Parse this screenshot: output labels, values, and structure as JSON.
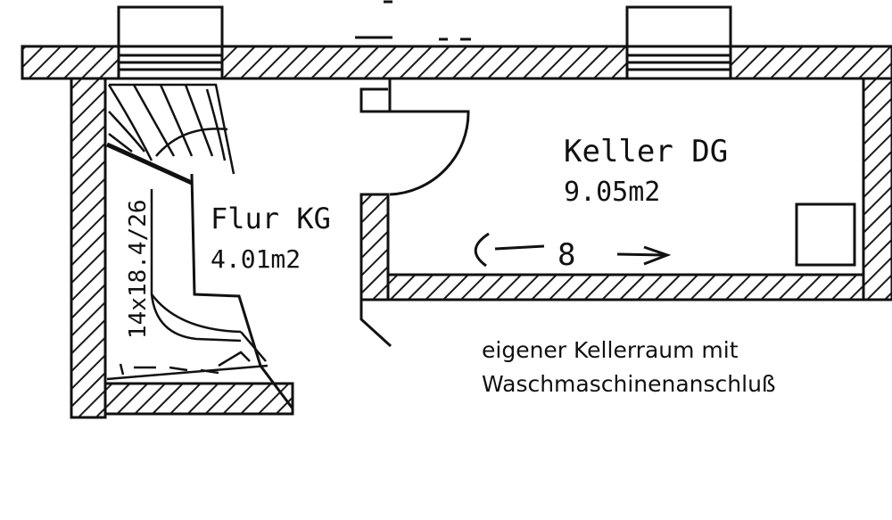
{
  "rooms": {
    "flur": {
      "name": "Flur KG",
      "area": "4.01m2"
    },
    "keller": {
      "name": "Keller DG",
      "area": "9.05m2"
    }
  },
  "stair": {
    "dimension": "14x18.4/26"
  },
  "caption": {
    "line1": "eigener Kellerraum mit",
    "line2": "Waschmaschinenanschluß"
  },
  "symbols": {
    "washer": "8",
    "arrow_left": "left-arrow",
    "arrow_right": "right-arrow"
  }
}
